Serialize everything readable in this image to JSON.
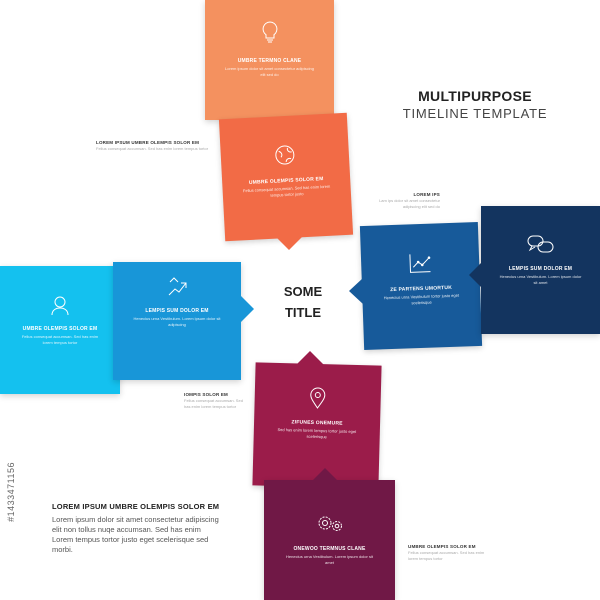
{
  "header": {
    "title": "MULTIPURPOSE",
    "subtitle": "TIMELINE TEMPLATE"
  },
  "center_title": "SOME TITLE",
  "colors": {
    "orange_light": "#f4915f",
    "orange": "#f26b46",
    "cyan": "#14c1ef",
    "sky": "#1896d8",
    "blue": "#175a9a",
    "navy": "#13345f",
    "magenta": "#9b1c4a",
    "plum": "#701846"
  },
  "cards": [
    {
      "id": "top1",
      "icon": "lightbulb-icon",
      "title": "UMBRE TERMNO CLANE",
      "body": "Lorem ipsum dolor sit amet consectetur adipiscing elit sed do"
    },
    {
      "id": "top2",
      "icon": "globe-icon",
      "title": "UMBRE OLEMPIS SOLOR EM",
      "body": "Fellus consequat accumsan. Sed has enim lorem tempus tortor justo"
    },
    {
      "id": "left1",
      "icon": "person-icon",
      "title": "UMBRE OLEMPIS SOLOR EM",
      "body": "Fellus consequat accumsan. Sed has enim lorem tempus tortor"
    },
    {
      "id": "left2",
      "icon": "growth-arrows-icon",
      "title": "LEMPIS SUM DOLOR EM",
      "body": "Henecius urna Vestibulum. Lorem ipsum dolor sit adipiscing"
    },
    {
      "id": "right1",
      "icon": "line-chart-icon",
      "title": "ZE PARTENS UMORTUK",
      "body": "Henecius urna Vestibulum tortor justo eget scelerisque"
    },
    {
      "id": "right2",
      "icon": "chat-bubbles-icon",
      "title": "LEMPIS SUM DOLOR EM",
      "body": "Henecius urna Vestibulum. Lorem ipsum dolor sit amet"
    },
    {
      "id": "bottom1",
      "icon": "location-pin-icon",
      "title": "ZIFUNES ONEMURE",
      "body": "Sed has enim lorem tempus tortor justo eget scelerisque"
    },
    {
      "id": "bottom2",
      "icon": "gears-icon",
      "title": "ONEWOO TERMNUS CLANE",
      "body": "Henecius urna Vestibulum. Lorem ipsum dolor sit amet"
    }
  ],
  "side_labels": [
    {
      "id": "tl",
      "title": "LOREM IPSUM UMBRE OLEMPIS SOLOR EM",
      "body": "Fellus consequat accumsan. Sed has enim lorem tempus tortor"
    },
    {
      "id": "tr",
      "title": "LOREM IPS",
      "body": "Lam ips dolor sit amet consectetur adipiscing elit sed do"
    },
    {
      "id": "ml",
      "title": "IOMPIS SOLOR EM",
      "body": "Fellus consequat accumsan. Sed has enim lorem tempus tortor"
    },
    {
      "id": "br",
      "title": "UMBRE OLEMPIS SOLOR EM",
      "body": "Fellus consequat accumsan. Sed has enim lorem tempus tortor"
    }
  ],
  "bottom_text": {
    "title": "LOREM IPSUM UMBRE OLEMPIS SOLOR EM",
    "body": "Lorem ipsum dolor sit amet consectetur adipiscing elit non tollus nuqe accumsan. Sed has enim Lorem tempus tortor justo eget scelerisque sed morbi."
  },
  "watermark": "#1433471156"
}
